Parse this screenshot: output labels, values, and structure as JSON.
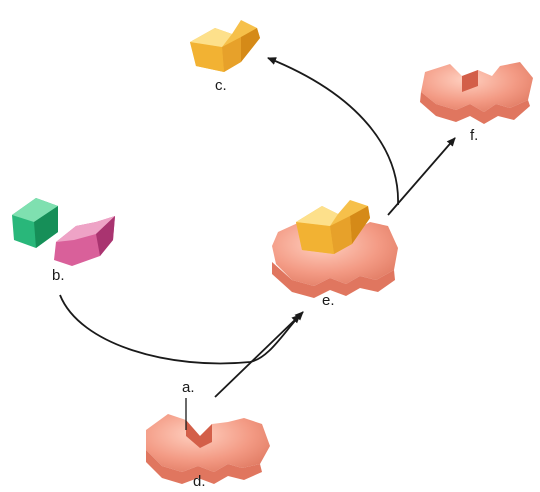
{
  "labels": {
    "a": "a.",
    "b": "b.",
    "c": "c.",
    "d": "d.",
    "e": "e.",
    "f": "f."
  },
  "colors": {
    "enzyme_fill": "#f39a84",
    "enzyme_shadow": "#d86a55",
    "substrate_orange": "#f2b233",
    "substrate_orange_dark": "#d58a18",
    "substrate_green": "#1fa36a",
    "substrate_magenta": "#c2437e",
    "arrow": "#1a1a1a"
  }
}
